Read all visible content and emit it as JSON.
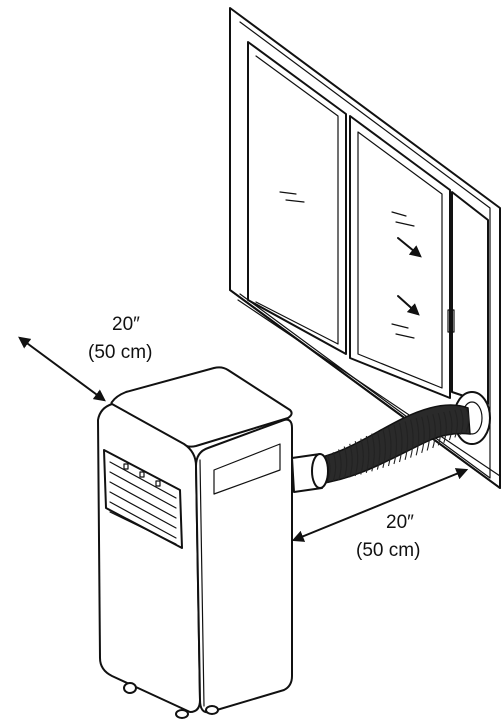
{
  "clearances": {
    "back": {
      "inches": "20″",
      "cm": "(50 cm)"
    },
    "side": {
      "inches": "20″",
      "cm": "(50 cm)"
    }
  },
  "colors": {
    "ink": "#111111",
    "background": "#ffffff",
    "hose": "#2a2a2a"
  },
  "icons": {
    "airflow": "airflow-arrow-icon",
    "clearance": "double-headed-arrow-icon"
  }
}
